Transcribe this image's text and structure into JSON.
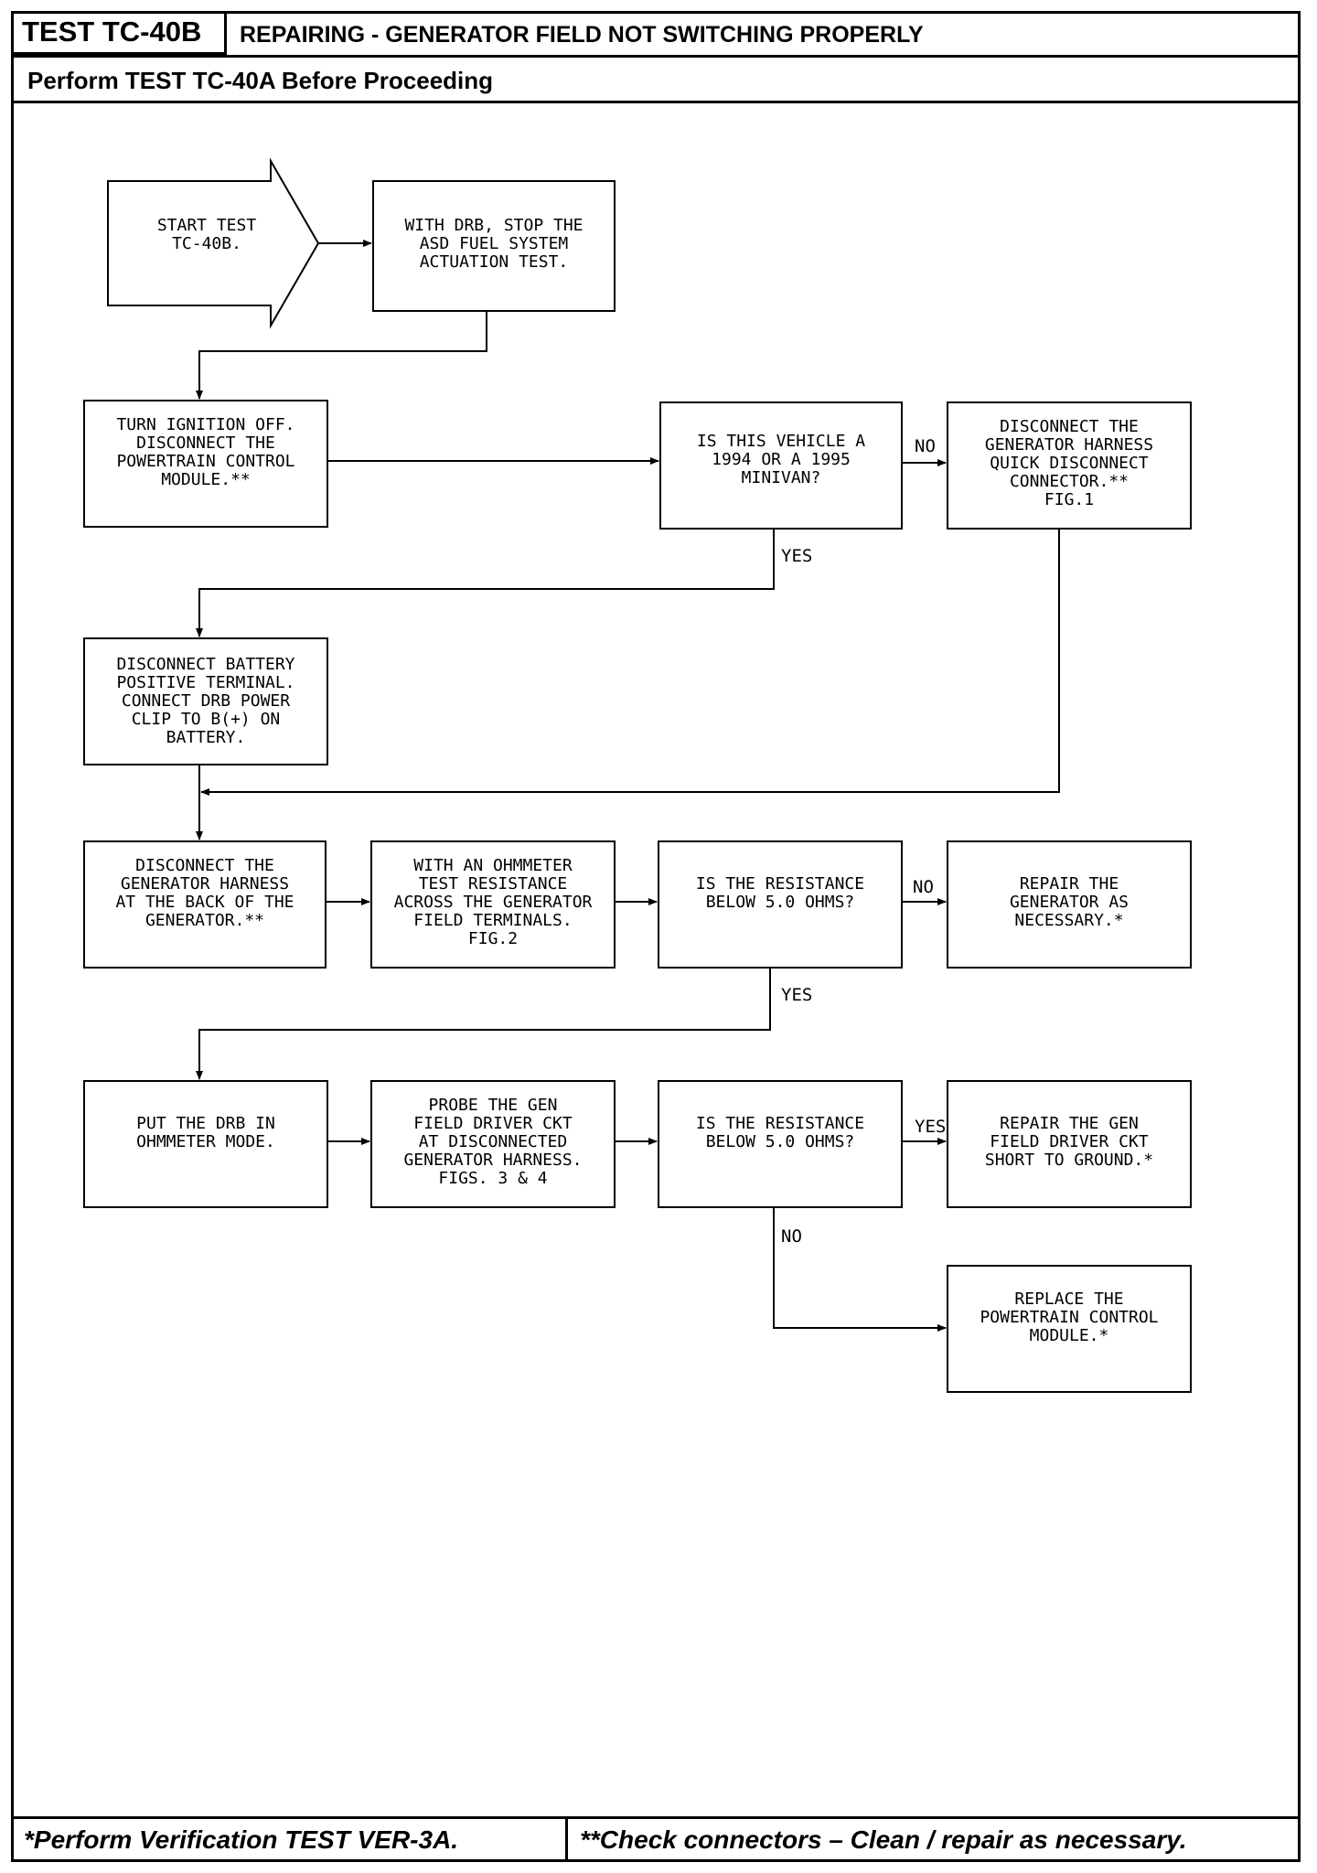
{
  "header": {
    "test_id": "TEST TC-40B",
    "title": "REPAIRING - GENERATOR FIELD NOT SWITCHING PROPERLY",
    "subtitle": "Perform TEST TC-40A Before Proceeding"
  },
  "footer": {
    "left": "*Perform Verification TEST VER-3A.",
    "right": "**Check connectors – Clean / repair as necessary."
  },
  "nodes": {
    "start": [
      "START TEST",
      "TC-40B."
    ],
    "stop_asd": [
      "WITH DRB, STOP THE",
      "ASD FUEL SYSTEM",
      "ACTUATION TEST."
    ],
    "ignition_off": [
      "TURN IGNITION OFF.",
      "DISCONNECT THE",
      "POWERTRAIN CONTROL",
      "MODULE.**"
    ],
    "q_minivan": [
      "IS THIS VEHICLE A",
      "1994 OR A 1995",
      "MINIVAN?"
    ],
    "disc_quick": [
      "DISCONNECT THE",
      "GENERATOR HARNESS",
      "QUICK DISCONNECT",
      "CONNECTOR.**",
      "FIG.1"
    ],
    "disc_battery": [
      "DISCONNECT BATTERY",
      "POSITIVE TERMINAL.",
      "CONNECT DRB POWER",
      "CLIP TO B(+) ON",
      "BATTERY."
    ],
    "disc_back": [
      "DISCONNECT THE",
      "GENERATOR HARNESS",
      "AT THE BACK OF THE",
      "GENERATOR.**"
    ],
    "ohmmeter": [
      "WITH AN OHMMETER",
      "TEST RESISTANCE",
      "ACROSS THE GENERATOR",
      "FIELD TERMINALS.",
      "FIG.2"
    ],
    "q_res1": [
      "IS THE RESISTANCE",
      "BELOW 5.0 OHMS?"
    ],
    "repair_gen": [
      "REPAIR THE",
      "GENERATOR AS",
      "NECESSARY.*"
    ],
    "drb_ohm": [
      "PUT THE DRB IN",
      "OHMMETER MODE."
    ],
    "probe": [
      "PROBE THE GEN",
      "FIELD DRIVER CKT",
      "AT DISCONNECTED",
      "GENERATOR HARNESS.",
      "FIGS. 3 & 4"
    ],
    "q_res2": [
      "IS THE RESISTANCE",
      "BELOW 5.0 OHMS?"
    ],
    "repair_short": [
      "REPAIR THE GEN",
      "FIELD DRIVER CKT",
      "SHORT TO GROUND.*"
    ],
    "replace_pcm": [
      "REPLACE THE",
      "POWERTRAIN CONTROL",
      "MODULE.*"
    ]
  },
  "labels": {
    "minivan_no": "NO",
    "minivan_yes": "YES",
    "res1_no": "NO",
    "res1_yes": "YES",
    "res2_yes": "YES",
    "res2_no": "NO"
  }
}
